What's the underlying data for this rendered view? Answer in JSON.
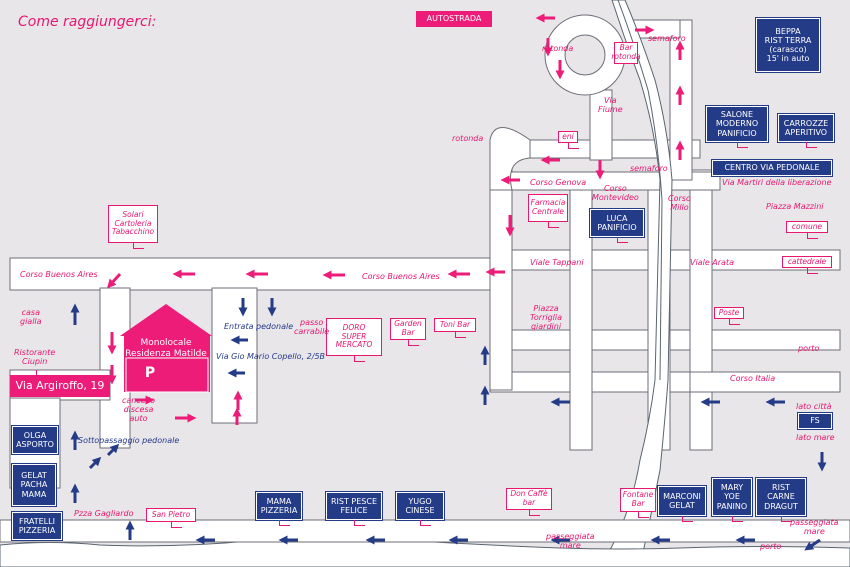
{
  "title": "Come raggiungerci:",
  "colors": {
    "pink": "#ec1c78",
    "navy": "#243b87",
    "road": "#ffffff",
    "background": "#e9e6ea",
    "sea": "#ffffff"
  },
  "pink_boxes": {
    "autostrada": "AUTOSTRADA",
    "via_argiroffo": "Via Argiroffo, 19",
    "monolocale": "Monolocale\nResidenza Matilde",
    "parking": "P"
  },
  "navy_boxes": {
    "beppa": "BEPPA\nRIST TERRA\n(carasco)\n15' in auto",
    "salone": "SALONE\nMODERNO\nPANIFICIO",
    "carrozze": "CARROZZE\nAPERITIVO",
    "centro": "CENTRO VIA PEDONALE",
    "luca": "LUCA\nPANIFICIO",
    "fs": "FS",
    "olga": "OLGA\nASPORTO",
    "gelat_pacha": "GELAT\nPACHA\nMAMA",
    "fratelli": "FRATELLI\nPIZZERIA",
    "mama": "MAMA\nPIZZERIA",
    "rist_pesce": "RIST PESCE\nFELICE",
    "yugo": "YUGO\nCINESE",
    "marconi": "MARCONI\nGELAT",
    "mary": "MARY\nYOE\nPANINO",
    "rist_carne": "RIST\nCARNE\nDRAGUT"
  },
  "outline_boxes": {
    "bar_rotonda": "Bar\nrotonda",
    "eni": "eni",
    "farmacia": "Farmacia\nCentrale",
    "solari": "Solari\nCartoleria\nTabacchino",
    "doro": "DORO\nSUPER\nMERCATO",
    "garden": "Garden\nBar",
    "toni": "Toni Bar",
    "comune": "comune",
    "cattedrale": "cattedrale",
    "poste": "Poste",
    "san_pietro": "San Pietro",
    "don_caffe": "Don Caffè\nbar",
    "fontane": "Fontane\nBar"
  },
  "labels": {
    "rotonda_top": "rotonda",
    "semaforo_top": "semaforo",
    "via_fiume": "Via\nFiume",
    "rotonda_left": "rotonda",
    "semaforo_mid": "semaforo",
    "corso_genova": "Corso Genova",
    "corso_montevideo": "Corso\nMontevideo",
    "corso_millo": "Corso\nMillo",
    "via_martiri": "Via Martiri della liberazione",
    "piazza_mazzini": "Piazza Mazzini",
    "corso_buenos_aires_left": "Corso Buenos Aires",
    "corso_buenos_aires_mid": "Corso Buenos Aires",
    "viale_tappani": "Viale Tappani",
    "viale_arata": "Viale Arata",
    "piazza_torriglia": "Piazza\nTorriglia\ngiardini",
    "casa_gialla": "casa\ngialla",
    "ristorante_ciupin": "Ristorante\nCiupin",
    "entrata_pedonale": "Entrata pedonale",
    "passo_carrabile": "passo\ncarrabile",
    "via_copello": "Via Gio Mario Copello, 2/5B",
    "cancello": "cancello\ndiscesa\nauto",
    "sottopassaggio": "Sottopassaggio pedonale",
    "corso_italia": "Corso Italia",
    "porto_right": "porto",
    "lato_citta": "lato città",
    "lato_mare": "lato mare",
    "pzza_gagliardo": "Pzza Gagliardo",
    "passeggiata_mare_mid": "passeggiata\nmare",
    "passeggiata_mare_right": "passeggiata\nmare",
    "porto_bottom": "porto"
  }
}
